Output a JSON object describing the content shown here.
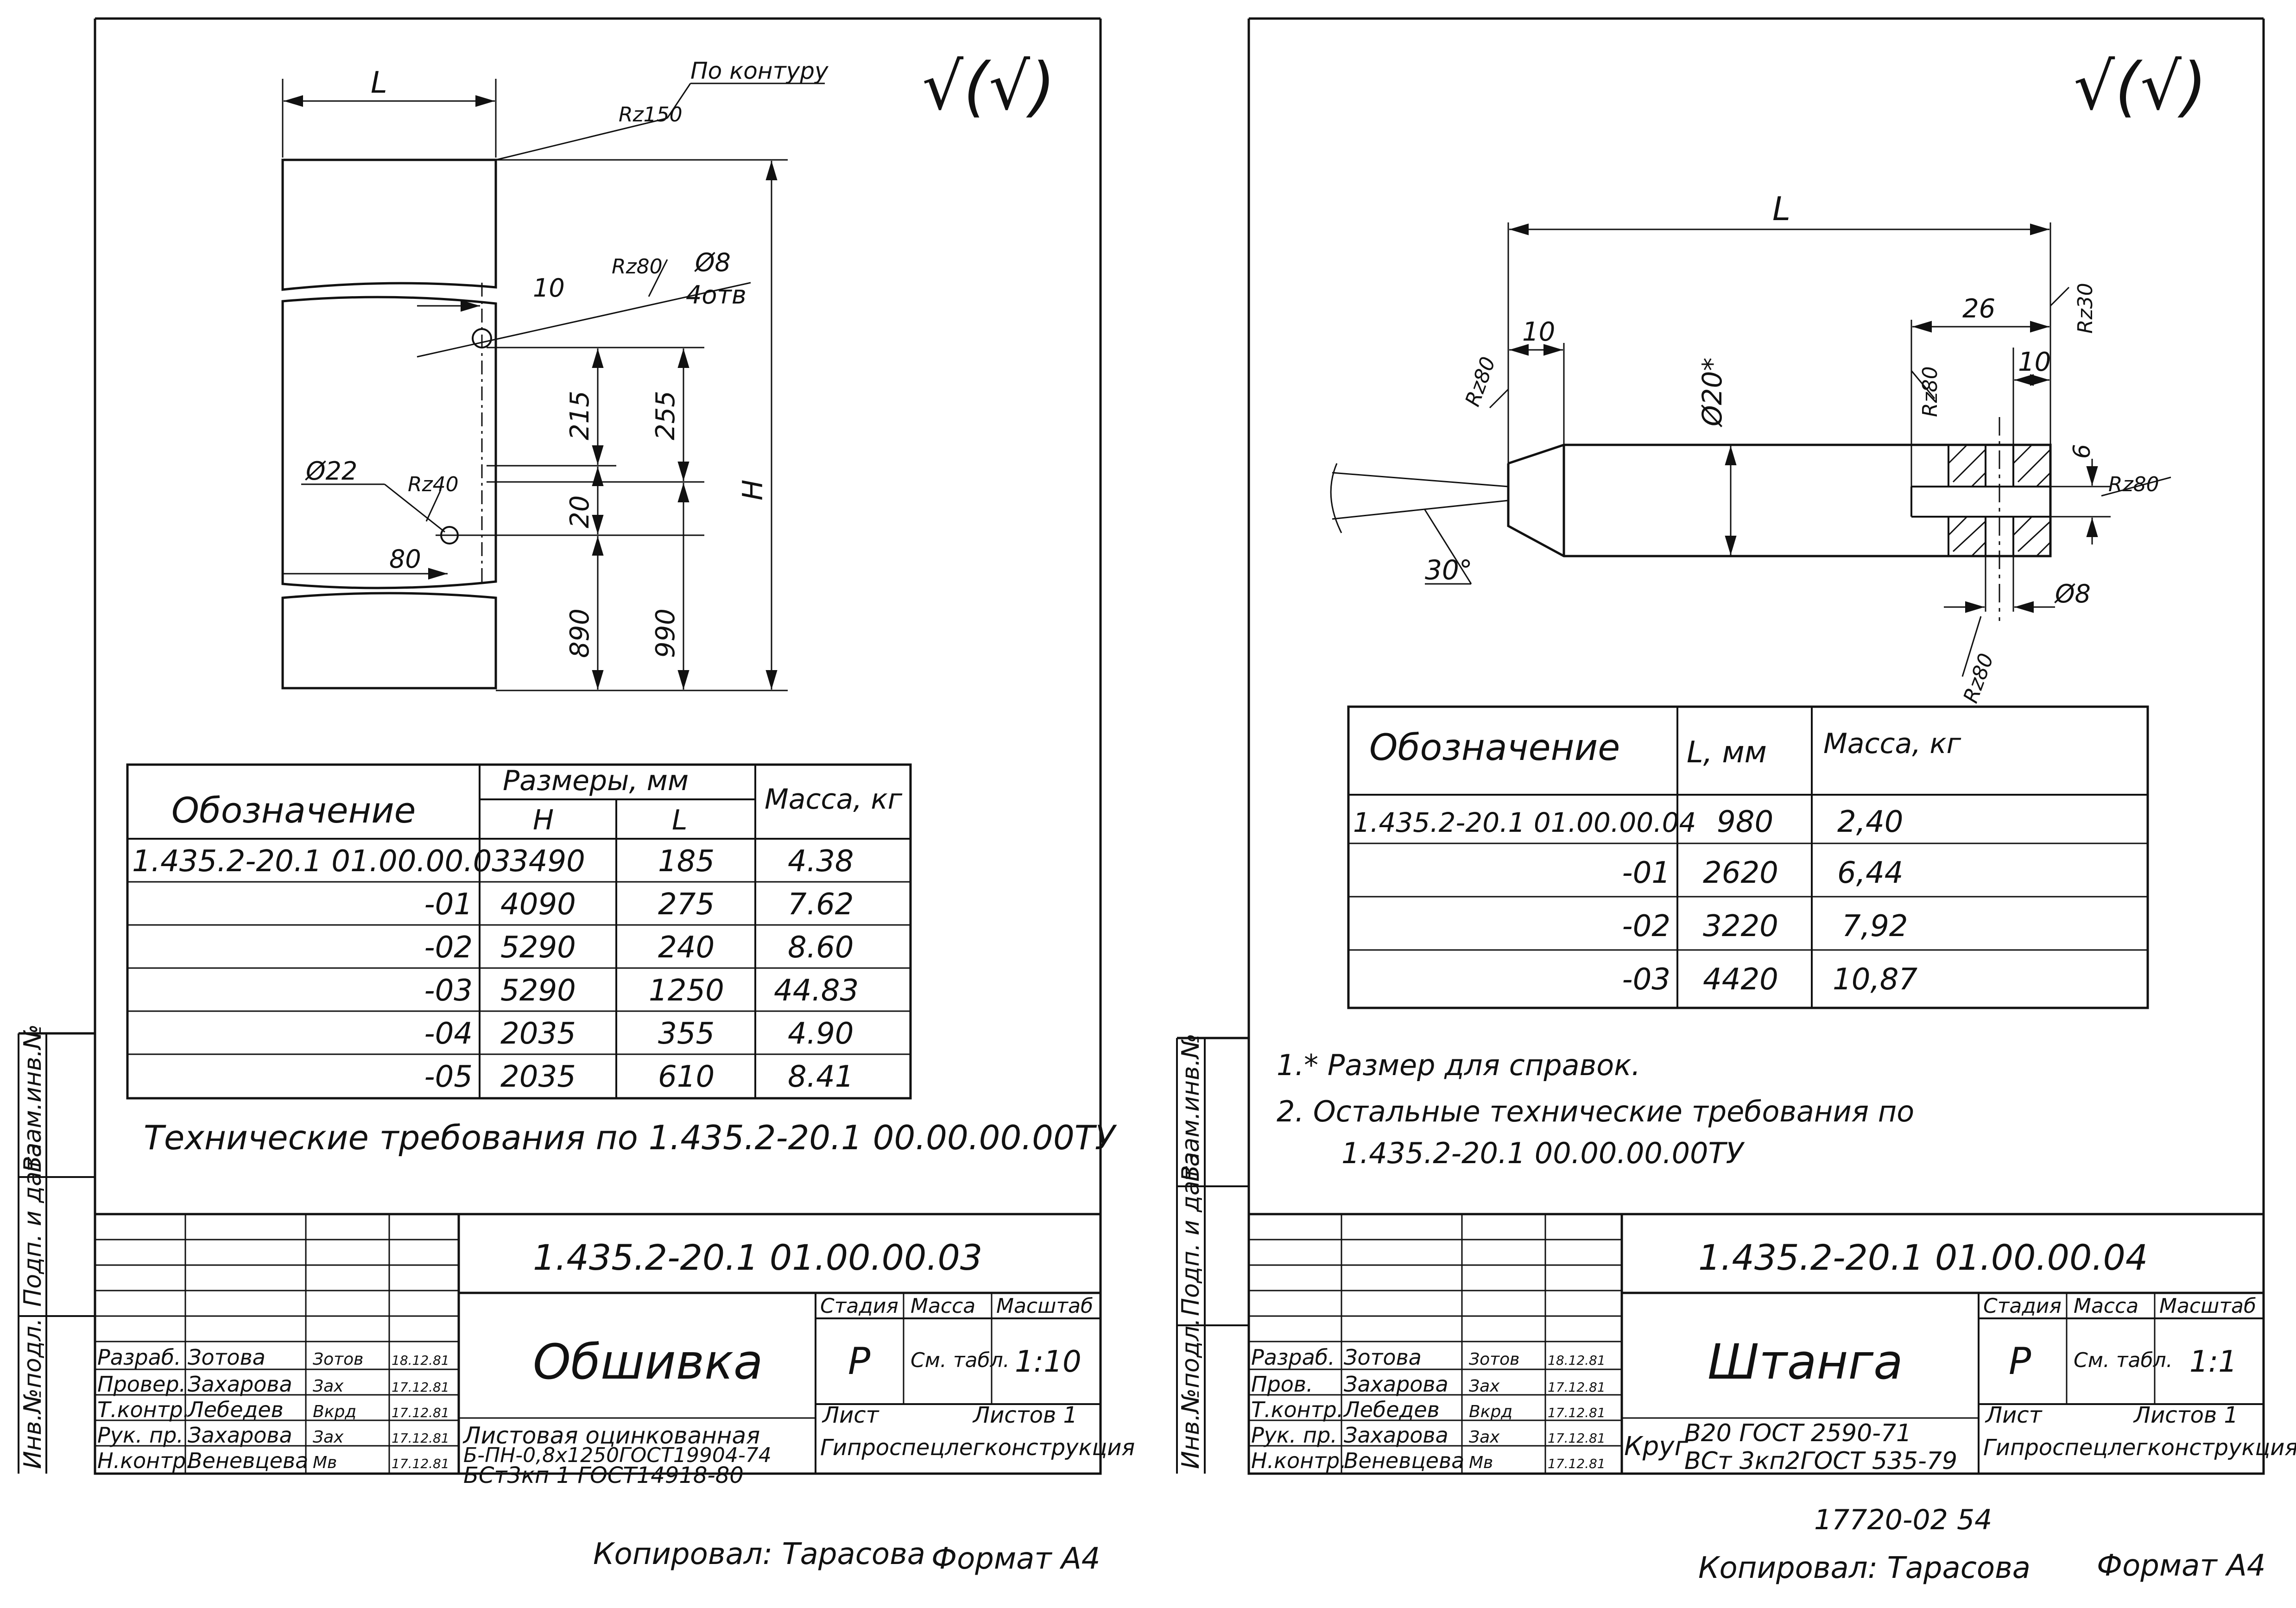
{
  "left_sheet": {
    "roughness_mark": "√(√)",
    "drawing": {
      "dim_L": "L",
      "dim_H": "H",
      "surface_note": "По контуру",
      "roughness_contour": "Rz150",
      "roughness_hole": "Rz80",
      "roughness_big_hole": "Rz40",
      "hole_diameter": "Ø8",
      "hole_count": "4отв",
      "dim_10": "10",
      "dim_215": "215",
      "dim_255": "255",
      "dim_20": "20",
      "dim_890": "890",
      "dim_990": "990",
      "dim_d22": "Ø22",
      "dim_80": "80"
    },
    "table": {
      "col_designation": "Обозначение",
      "col_dimensions": "Размеры, мм",
      "col_H": "H",
      "col_L": "L",
      "col_mass": "Масса, кг",
      "rows": [
        {
          "designation": "1.435.2-20.1 01.00.00.03",
          "H": "3490",
          "L": "185",
          "mass": "4.38"
        },
        {
          "designation": "-01",
          "H": "4090",
          "L": "275",
          "mass": "7.62"
        },
        {
          "designation": "-02",
          "H": "5290",
          "L": "240",
          "mass": "8.60"
        },
        {
          "designation": "-03",
          "H": "5290",
          "L": "1250",
          "mass": "44.83"
        },
        {
          "designation": "-04",
          "H": "2035",
          "L": "355",
          "mass": "4.90"
        },
        {
          "designation": "-05",
          "H": "2035",
          "L": "610",
          "mass": "8.41"
        }
      ]
    },
    "tech_requirements": "Технические  требования  по 1.435.2-20.1 00.00.00.00ТУ",
    "side_labels": [
      "Инв.№подл.",
      "Подп. и дата",
      "Взам.инв.№"
    ],
    "title_block": {
      "document_code": "1.435.2-20.1  01.00.00.03",
      "part_name": "Обшивка",
      "stage_header": "Стадия",
      "mass_header": "Масса",
      "scale_header": "Масштаб",
      "stage": "Р",
      "mass": "См. табл.",
      "scale": "1:10",
      "sheet_label": "Лист",
      "sheets_label": "Листов 1",
      "material_line1": "Листовая оцинкованная",
      "material_line2": "Б-ПН-0,8х1250ГОСТ19904-74",
      "material_line3": "БСт3кп 1 ГОСТ14918-80",
      "organization": "Гипроспецлегконструкция",
      "signatures": [
        {
          "role": "Разраб.",
          "name": "Зотова",
          "sign": "Зотов",
          "date": "18.12.81"
        },
        {
          "role": "Провер.",
          "name": "Захарова",
          "sign": "Зах",
          "date": "17.12.81"
        },
        {
          "role": "Т.контр.",
          "name": "Лебедев",
          "sign": "Вкрд",
          "date": "17.12.81"
        },
        {
          "role": "Рук. пр.",
          "name": "Захарова",
          "sign": "Зах",
          "date": "17.12.81"
        },
        {
          "role": "Н.контр.",
          "name": "Веневцева",
          "sign": "Мв",
          "date": "17.12.81"
        }
      ]
    },
    "copied_by": "Копировал: Тарасова",
    "format": "Формат А4"
  },
  "right_sheet": {
    "roughness_mark": "√(√)",
    "drawing": {
      "dim_L": "L",
      "dim_10_left": "10",
      "dim_26": "26",
      "dim_10_right": "10",
      "dim_d20": "Ø20*",
      "dim_6": "6",
      "dim_d8": "Ø8",
      "angle": "30°",
      "roughness_left": "Rz80",
      "roughness_center": "Rz80",
      "roughness_top": "Rz30",
      "roughness_right": "Rz80",
      "roughness_bottom": "Rz80"
    },
    "table": {
      "col_designation": "Обозначение",
      "col_L": "L, мм",
      "col_mass": "Масса, кг",
      "rows": [
        {
          "designation": "1.435.2-20.1 01.00.00.04",
          "L": "980",
          "mass": "2,40"
        },
        {
          "designation": "-01",
          "L": "2620",
          "mass": "6,44"
        },
        {
          "designation": "-02",
          "L": "3220",
          "mass": "7,92"
        },
        {
          "designation": "-03",
          "L": "4420",
          "mass": "10,87"
        }
      ]
    },
    "notes": [
      "1.* Размер для справок.",
      "2. Остальные  технические  требования  по",
      "1.435.2-20.1  00.00.00.00ТУ"
    ],
    "side_labels": [
      "Инв.№подл.",
      "Подп. и дата",
      "Взам.инв.№"
    ],
    "title_block": {
      "document_code": "1.435.2-20.1  01.00.00.04",
      "part_name": "Штанга",
      "stage_header": "Стадия",
      "mass_header": "Масса",
      "scale_header": "Масштаб",
      "stage": "Р",
      "mass": "См. табл.",
      "scale": "1:1",
      "sheet_label": "Лист",
      "sheets_label": "Листов 1",
      "material_prefix": "Круг",
      "material_line1": "В20 ГОСТ 2590-71",
      "material_line2": "ВСт 3кп2ГОСТ 535-79",
      "organization": "Гипроспецлегконструкция",
      "signatures": [
        {
          "role": "Разраб.",
          "name": "Зотова",
          "sign": "Зотов",
          "date": "18.12.81"
        },
        {
          "role": "Пров.",
          "name": "Захарова",
          "sign": "Зах",
          "date": "17.12.81"
        },
        {
          "role": "Т.контр.",
          "name": "Лебедев",
          "sign": "Вкрд",
          "date": "17.12.81"
        },
        {
          "role": "Рук. пр.",
          "name": "Захарова",
          "sign": "Зах",
          "date": "17.12.81"
        },
        {
          "role": "Н.контр.",
          "name": "Веневцева",
          "sign": "Мв",
          "date": "17.12.81"
        }
      ]
    },
    "archive_number": "17720-02  54",
    "copied_by": "Копировал: Тарасова",
    "format": "Формат А4"
  }
}
